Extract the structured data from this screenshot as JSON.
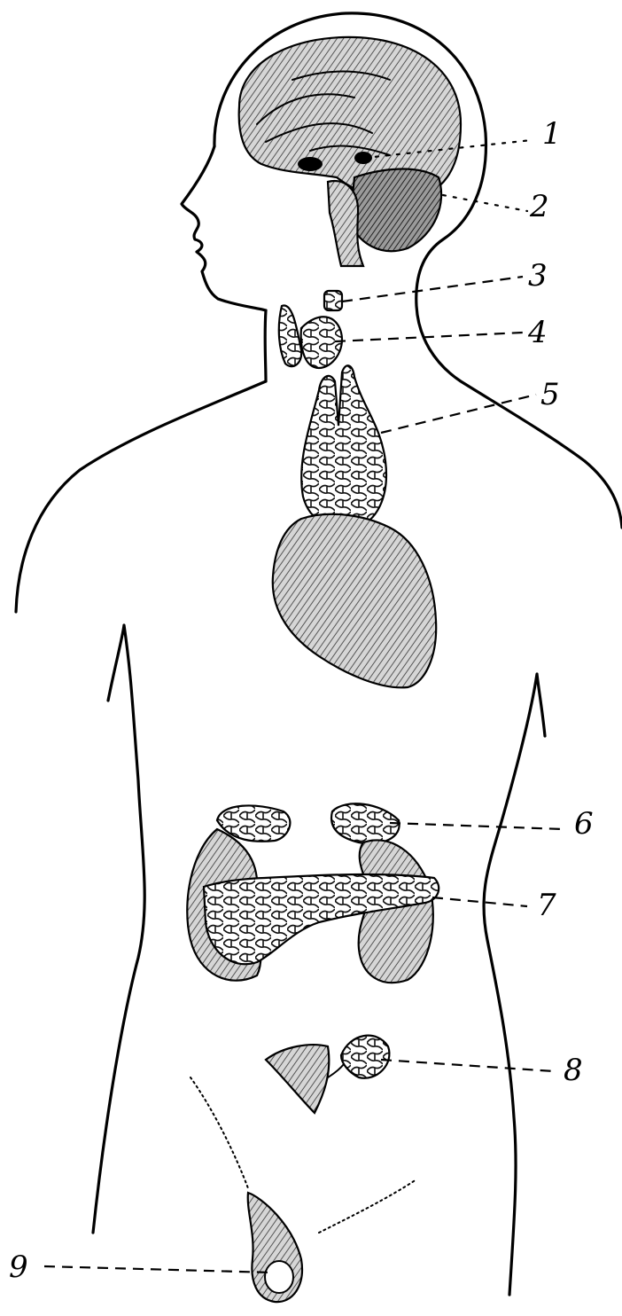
{
  "labels": [
    {
      "id": "1",
      "text": "1"
    },
    {
      "id": "2",
      "text": "2"
    },
    {
      "id": "3",
      "text": "3"
    },
    {
      "id": "4",
      "text": "4"
    },
    {
      "id": "5",
      "text": "5"
    },
    {
      "id": "6",
      "text": "6"
    },
    {
      "id": "7",
      "text": "7"
    },
    {
      "id": "8",
      "text": "8"
    },
    {
      "id": "9",
      "text": "9"
    }
  ],
  "colors": {
    "ink": "#000000",
    "paper": "#ffffff"
  }
}
